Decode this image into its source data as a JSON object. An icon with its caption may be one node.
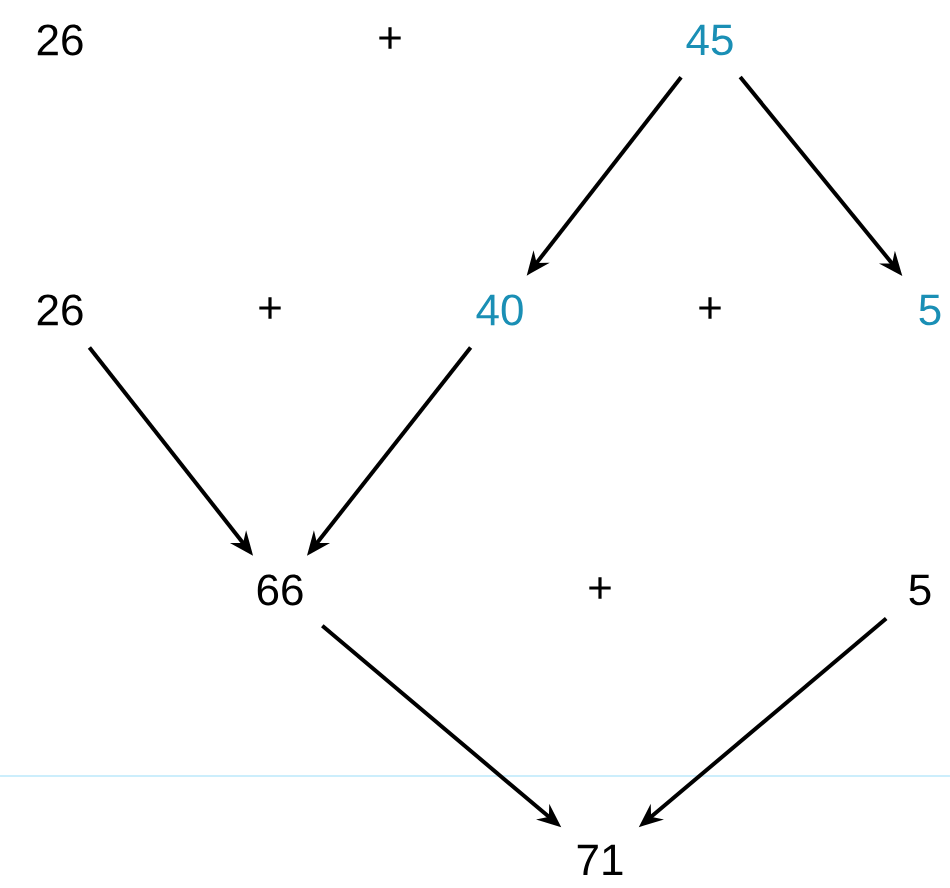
{
  "diagram": {
    "nodes": [
      {
        "text": [
          "26"
        ]
      },
      {
        "text": [
          "45"
        ]
      },
      {
        "text": [
          "26"
        ]
      },
      {
        "text": [
          "40"
        ]
      },
      {
        "text": [
          "5"
        ]
      },
      {
        "text": [
          "66"
        ]
      },
      {
        "text": [
          "5"
        ]
      },
      {
        "text": [
          "71"
        ]
      }
    ],
    "edges": [
      {
        "from": 1,
        "to": 3,
        "arrow": "to"
      },
      {
        "from": 1,
        "to": 4,
        "arrow": "to"
      },
      {
        "from": 2,
        "to": 5,
        "arrow": "to"
      },
      {
        "from": 3,
        "to": 5,
        "arrow": "to"
      },
      {
        "from": 5,
        "to": 7,
        "arrow": "to"
      },
      {
        "from": 6,
        "to": 7,
        "arrow": "to"
      }
    ],
    "labels": [
      "+",
      "+",
      "+",
      "+"
    ]
  }
}
